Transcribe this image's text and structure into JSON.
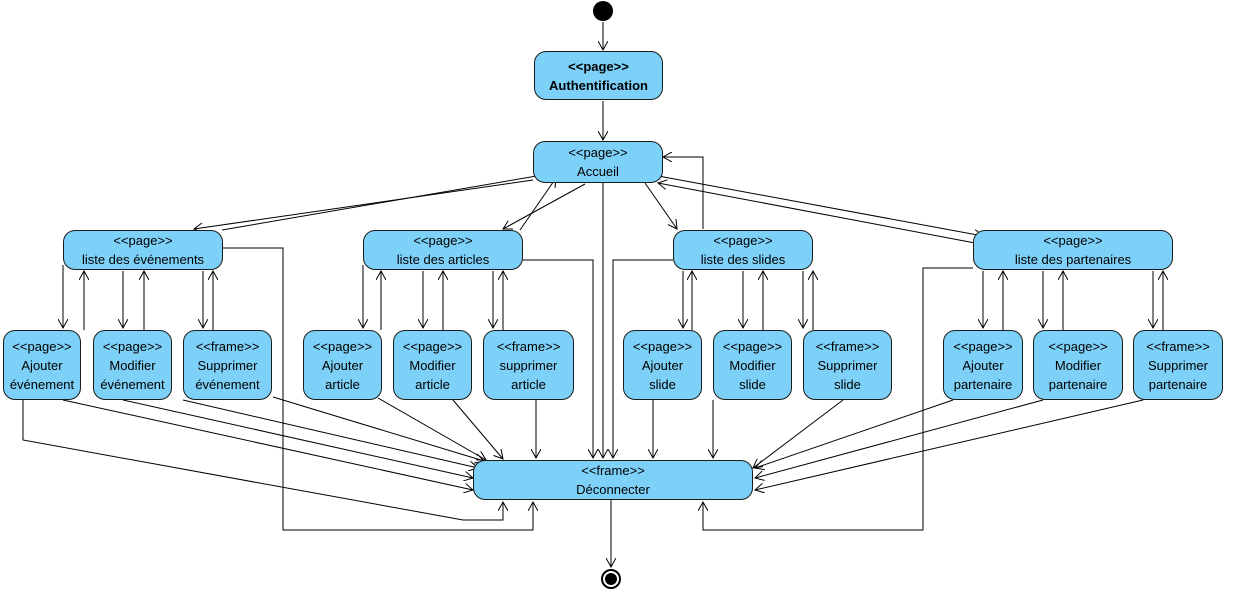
{
  "colors": {
    "node_fill": "#7dd0f7",
    "node_border": "#1b1b1b",
    "edge": "#000000"
  },
  "initial": "initial-node",
  "final": "final-node",
  "nodes": {
    "authentification": {
      "stereotype": "<<page>>",
      "lines": [
        "Authentification"
      ]
    },
    "accueil": {
      "stereotype": "<<page>>",
      "lines": [
        "Accueil"
      ]
    },
    "liste_evenements": {
      "stereotype": "<<page>>",
      "lines": [
        "liste des événements"
      ]
    },
    "liste_articles": {
      "stereotype": "<<page>>",
      "lines": [
        "liste des articles"
      ]
    },
    "liste_slides": {
      "stereotype": "<<page>>",
      "lines": [
        "liste des slides"
      ]
    },
    "liste_partenaires": {
      "stereotype": "<<page>>",
      "lines": [
        "liste des partenaires"
      ]
    },
    "ajouter_evenement": {
      "stereotype": "<<page>>",
      "lines": [
        "Ajouter",
        "événement"
      ]
    },
    "modifier_evenement": {
      "stereotype": "<<page>>",
      "lines": [
        "Modifier",
        "événement"
      ]
    },
    "supprimer_evenement": {
      "stereotype": "<<frame>>",
      "lines": [
        "Supprimer",
        "événement"
      ]
    },
    "ajouter_article": {
      "stereotype": "<<page>>",
      "lines": [
        "Ajouter",
        "article"
      ]
    },
    "modifier_article": {
      "stereotype": "<<page>>",
      "lines": [
        "Modifier",
        "article"
      ]
    },
    "supprimer_article": {
      "stereotype": "<<frame>>",
      "lines": [
        "supprimer",
        "article"
      ]
    },
    "ajouter_slide": {
      "stereotype": "<<page>>",
      "lines": [
        "Ajouter",
        "slide"
      ]
    },
    "modifier_slide": {
      "stereotype": "<<page>>",
      "lines": [
        "Modifier",
        "slide"
      ]
    },
    "supprimer_slide": {
      "stereotype": "<<frame>>",
      "lines": [
        "Supprimer",
        "slide"
      ]
    },
    "ajouter_partenaire": {
      "stereotype": "<<page>>",
      "lines": [
        "Ajouter",
        "partenaire"
      ]
    },
    "modifier_partenaire": {
      "stereotype": "<<page>>",
      "lines": [
        "Modifier",
        "partenaire"
      ]
    },
    "supprimer_partenaire": {
      "stereotype": "<<frame>>",
      "lines": [
        "Supprimer",
        "partenaire"
      ]
    },
    "deconnecter": {
      "stereotype": "<<frame>>",
      "lines": [
        "Déconnecter"
      ]
    }
  }
}
